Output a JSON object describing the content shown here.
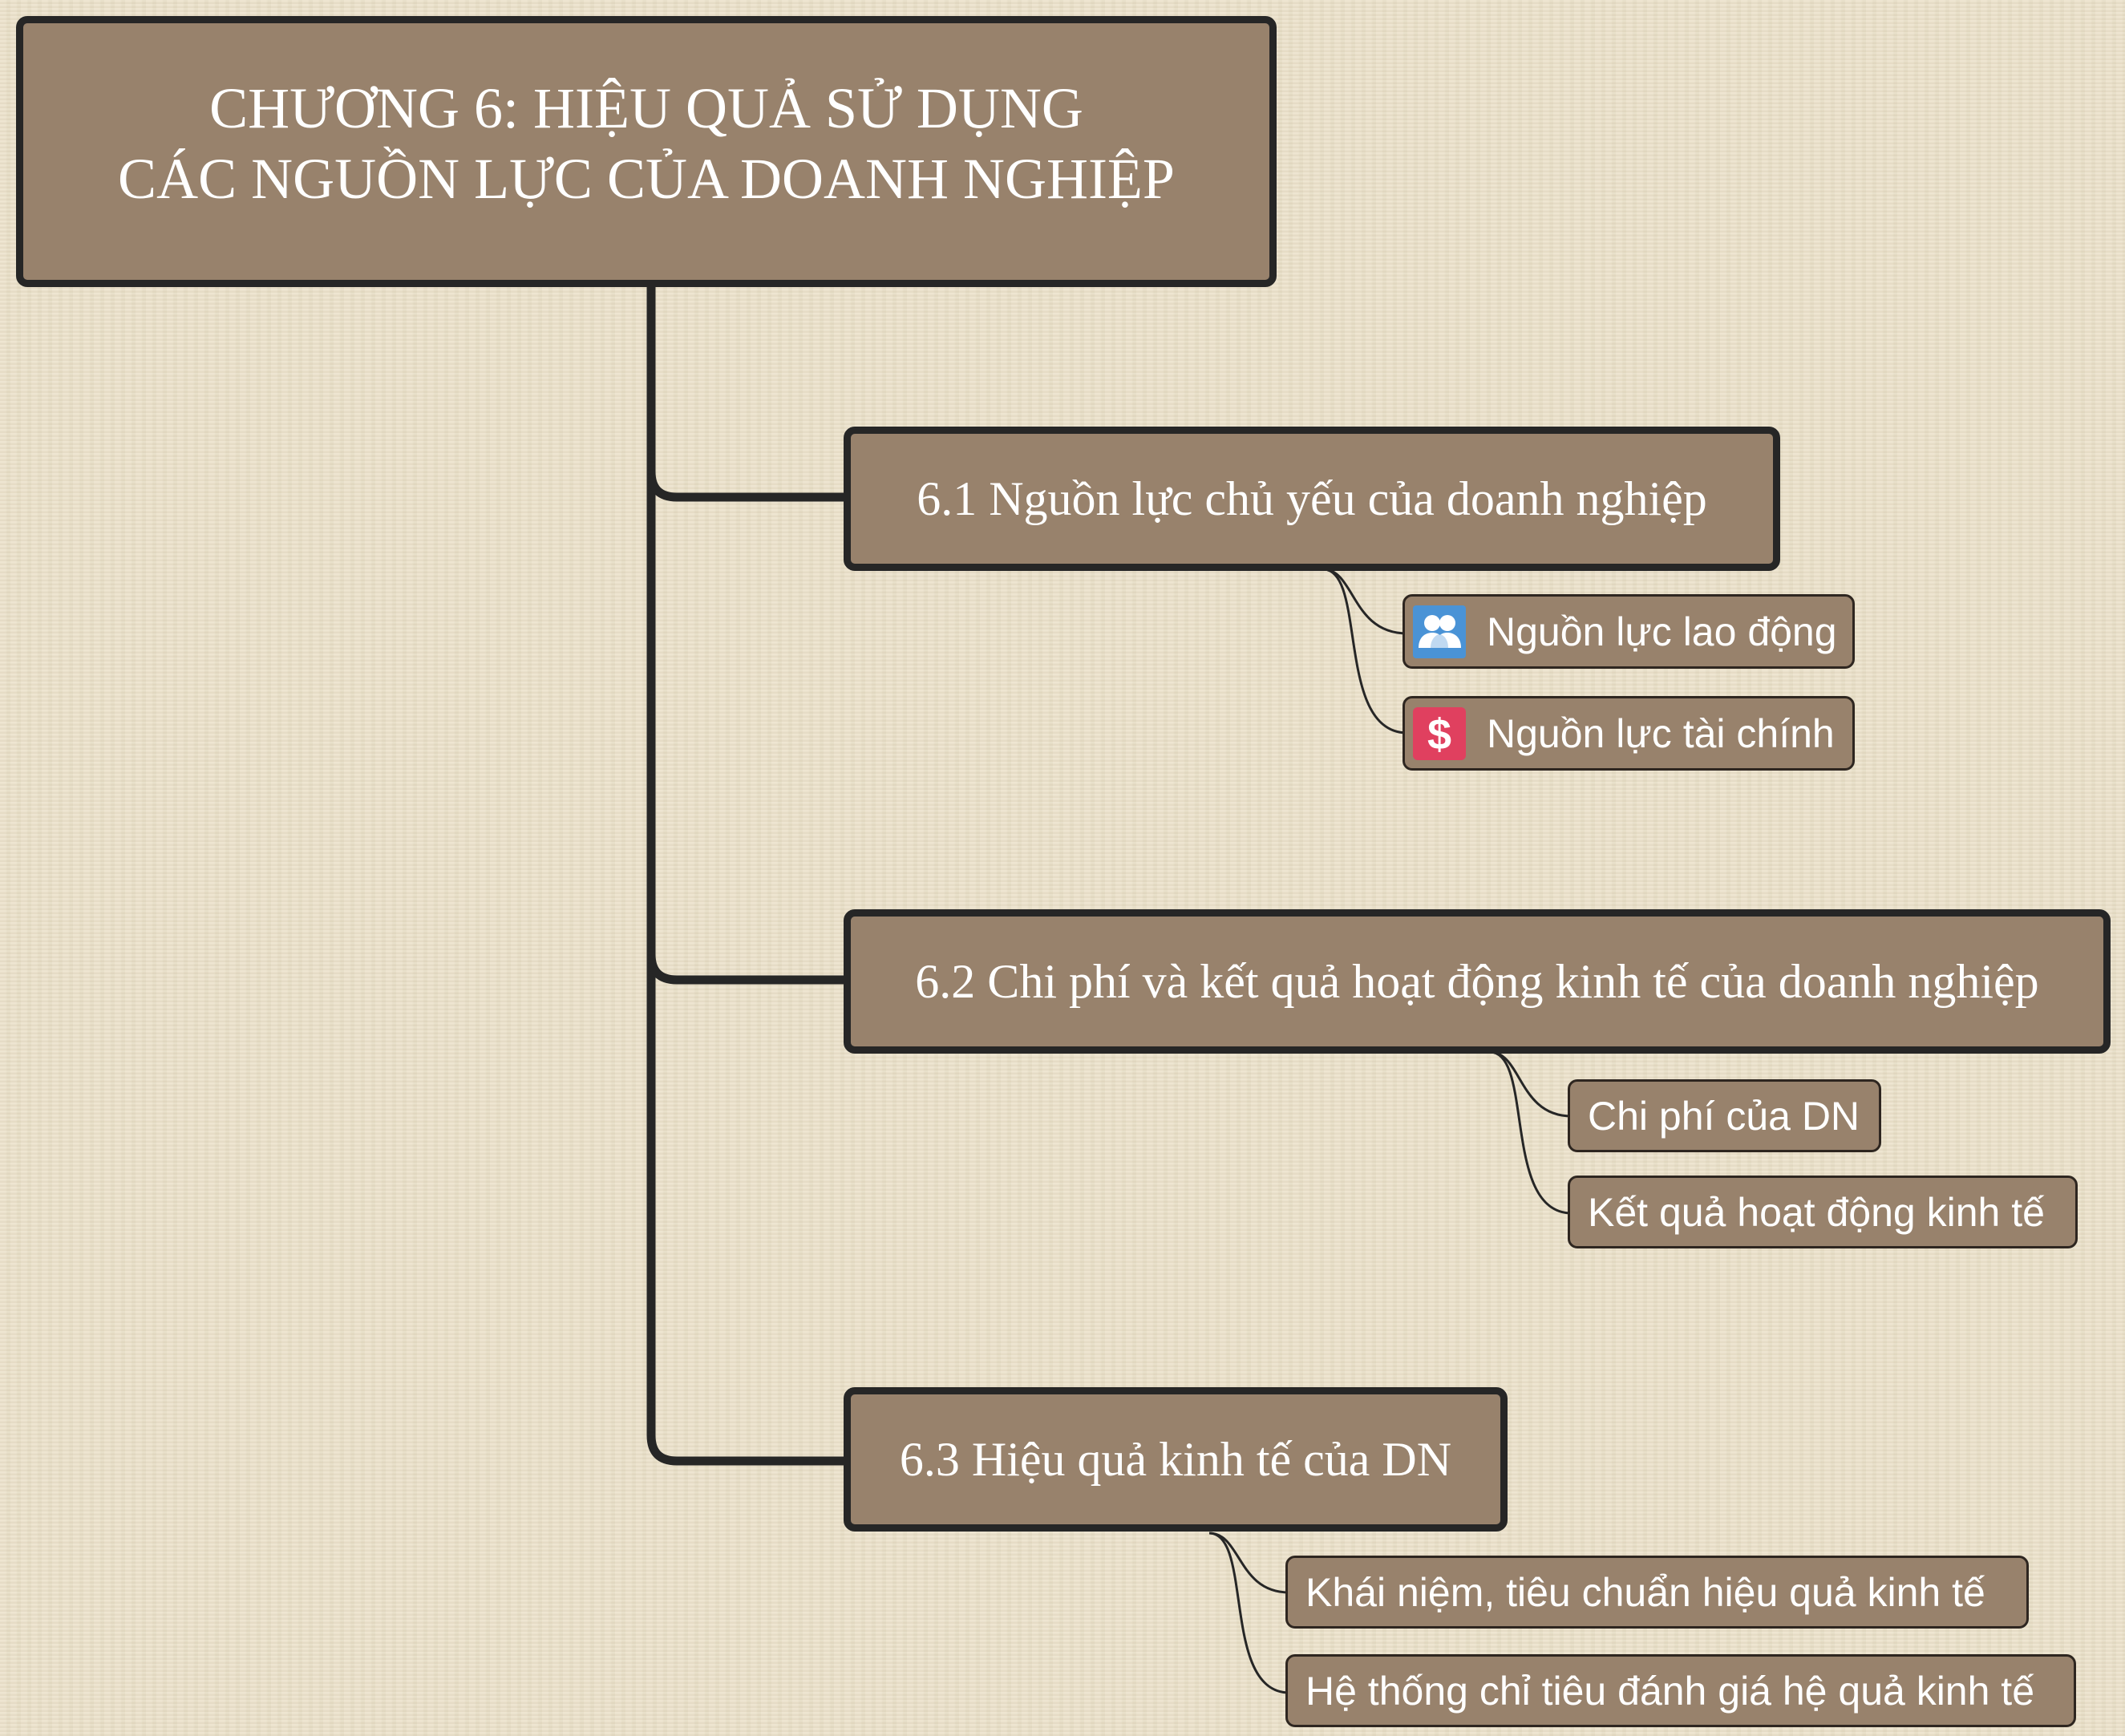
{
  "diagram": {
    "root": {
      "line1": "CHƯƠNG 6: HIỆU QUẢ SỬ DỤNG",
      "line2": "CÁC NGUỒN LỰC CỦA DOANH NGHIỆP"
    },
    "sections": [
      {
        "label": "6.1 Nguồn lực chủ yếu của doanh nghiệp",
        "children": [
          {
            "label": "Nguồn lực lao động",
            "icon": "people-icon"
          },
          {
            "label": "Nguồn lực tài chính",
            "icon": "dollar-icon"
          }
        ]
      },
      {
        "label": "6.2 Chi phí và kết quả hoạt động kinh tế của doanh nghiệp",
        "children": [
          {
            "label": "Chi phí của DN"
          },
          {
            "label": "Kết quả hoạt động kinh tế"
          }
        ]
      },
      {
        "label": "6.3 Hiệu quả kinh tế của DN",
        "children": [
          {
            "label": "Khái niệm, tiêu chuẩn hiệu quả kinh tế"
          },
          {
            "label": "Hệ thống chỉ tiêu đánh giá hệ quả kinh tế"
          }
        ]
      }
    ],
    "colors": {
      "node_fill": "#98826c",
      "border": "#262626",
      "text": "#ffffff",
      "background": "#ece3cd",
      "people_icon_bg": "#4a93d6",
      "dollar_icon_bg": "#e0405f"
    }
  }
}
